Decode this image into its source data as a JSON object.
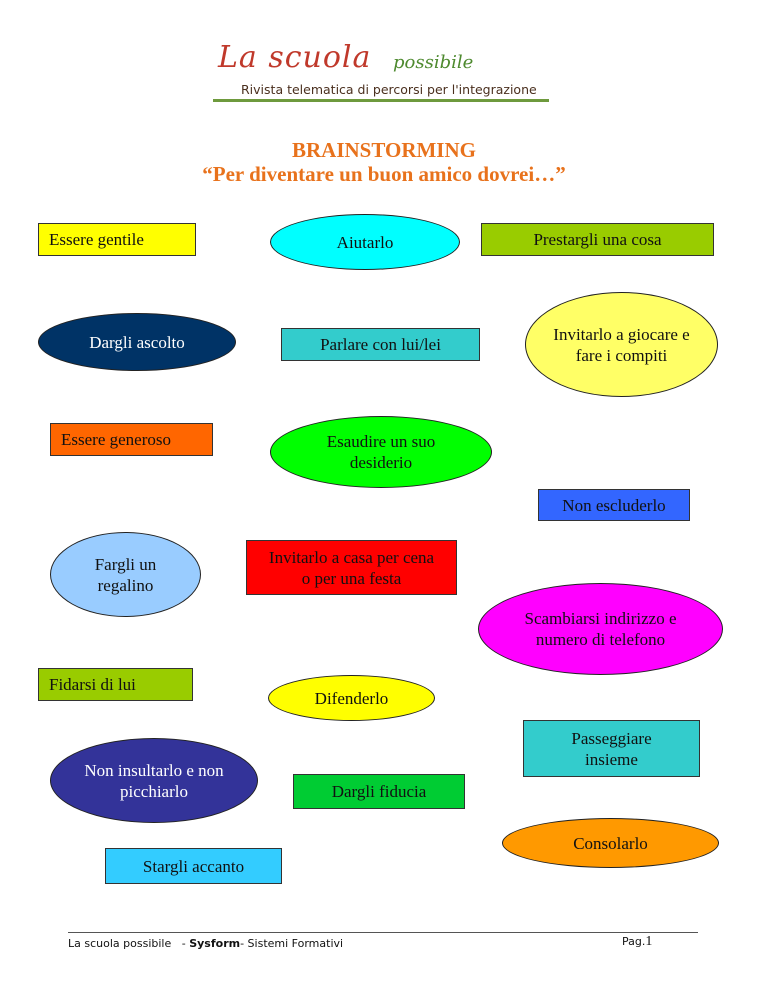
{
  "logo": {
    "title": "La scuola",
    "subtitle_word": "possibile",
    "tagline": "Rivista telematica di percorsi per l'integrazione",
    "colors": {
      "title": "#c0392b",
      "accent": "#4e8a2f",
      "bar": "#6e9a3d"
    }
  },
  "heading": {
    "title": "BRAINSTORMING",
    "subtitle": "“Per diventare un buon amico dovrei…”",
    "color": "#e8721c"
  },
  "ideas": [
    {
      "text": "Essere gentile",
      "shape": "rectangle",
      "color": "#ffff00"
    },
    {
      "text": "Aiutarlo",
      "shape": "oval",
      "color": "#00ffff"
    },
    {
      "text": "Prestargli una cosa",
      "shape": "rectangle",
      "color": "#99cc00"
    },
    {
      "text": "Dargli ascolto",
      "shape": "oval",
      "color": "#003366"
    },
    {
      "text": "Parlare con lui/lei",
      "shape": "rectangle",
      "color": "#33cccc"
    },
    {
      "text": "Invitarlo a giocare e fare i compiti",
      "shape": "oval",
      "color": "#ffff66"
    },
    {
      "text": "Essere generoso",
      "shape": "rectangle",
      "color": "#ff6600"
    },
    {
      "text": "Esaudire un suo desiderio",
      "shape": "oval",
      "color": "#00ff00"
    },
    {
      "text": "Non escluderlo",
      "shape": "rectangle",
      "color": "#3366ff"
    },
    {
      "text": "Fargli un regalino",
      "shape": "oval",
      "color": "#99ccff"
    },
    {
      "text": "Invitarlo a casa per cena o per una festa",
      "shape": "rectangle",
      "color": "#ff0000"
    },
    {
      "text": "Scambiarsi indirizzo e numero di telefono",
      "shape": "oval",
      "color": "#ff00ff"
    },
    {
      "text": "Fidarsi di lui",
      "shape": "rectangle",
      "color": "#99cc00"
    },
    {
      "text": "Difenderlo",
      "shape": "oval",
      "color": "#ffff00"
    },
    {
      "text": "Passeggiare insieme",
      "shape": "rectangle",
      "color": "#33cccc"
    },
    {
      "text": "Non insultarlo e non picchiarlo",
      "shape": "oval",
      "color": "#333399"
    },
    {
      "text": "Dargli fiducia",
      "shape": "rectangle",
      "color": "#00cc33"
    },
    {
      "text": "Consolarlo",
      "shape": "oval",
      "color": "#ff9900"
    },
    {
      "text": "Stargli accanto",
      "shape": "rectangle",
      "color": "#33ccff"
    }
  ],
  "footer": {
    "left_text": "La scuola possibile",
    "sep": "-",
    "brand": "Sysform",
    "rest": "- Sistemi Formativi",
    "page_label": "Pag.",
    "page_number": "1"
  }
}
